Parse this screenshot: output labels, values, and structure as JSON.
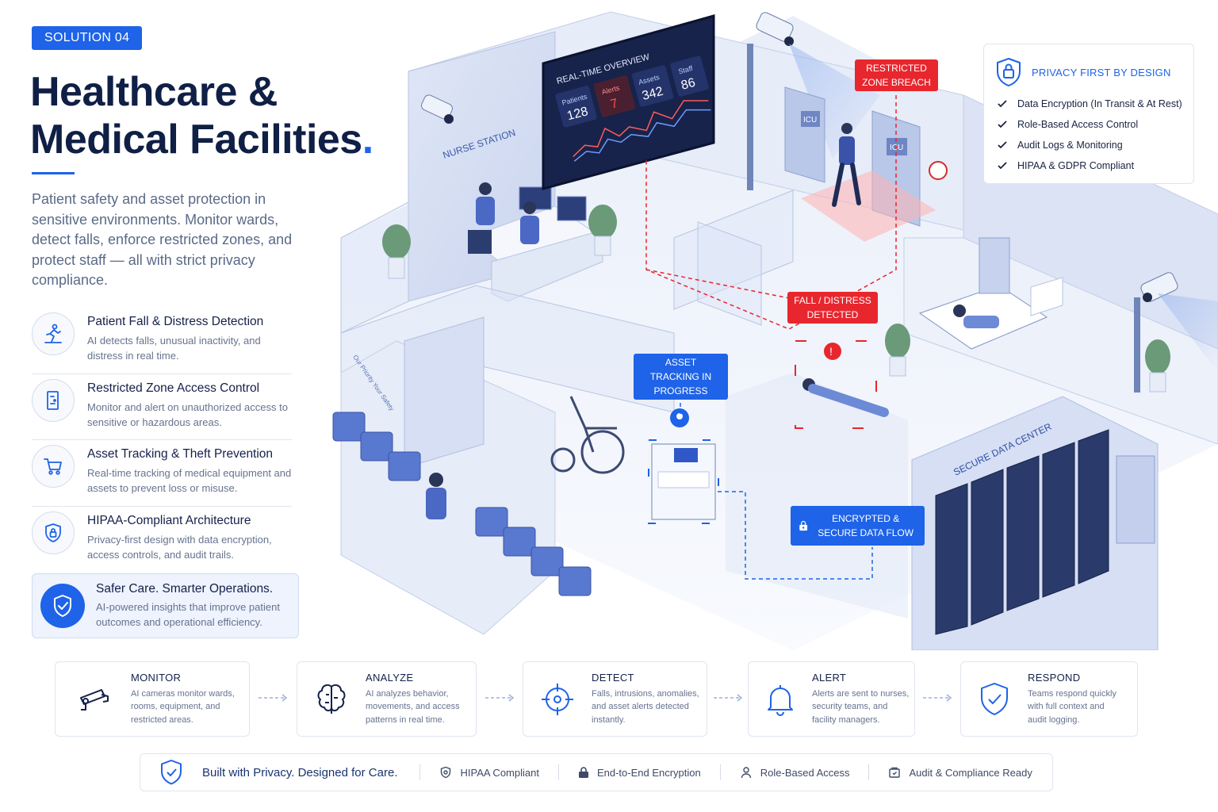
{
  "badge": "SOLUTION 04",
  "title": {
    "line1": "Healthcare &",
    "line2": "Medical Facilities",
    "dot": "."
  },
  "lead": "Patient safety and asset protection in sensitive environments. Monitor wards, detect falls, enforce restricted zones, and protect staff — all with strict privacy compliance.",
  "features": [
    {
      "title": "Patient Fall & Distress Detection",
      "desc": "AI detects falls, unusual inactivity, and distress in real time.",
      "icon": "fall-person-icon"
    },
    {
      "title": "Restricted Zone Access Control",
      "desc": "Monitor and alert on unauthorized access to sensitive or hazardous areas.",
      "icon": "door-access-icon"
    },
    {
      "title": "Asset Tracking & Theft Prevention",
      "desc": "Real-time tracking of medical equipment and assets to prevent loss or misuse.",
      "icon": "cart-icon"
    },
    {
      "title": "HIPAA-Compliant Architecture",
      "desc": "Privacy-first design with data encryption, access controls, and audit trails.",
      "icon": "shield-lock-icon"
    }
  ],
  "safer": {
    "title": "Safer Care. Smarter Operations.",
    "desc": "AI-powered insights that improve patient outcomes and operational efficiency."
  },
  "scene": {
    "dashboard": {
      "heading": "REAL-TIME OVERVIEW",
      "stats": [
        {
          "label": "Patients",
          "value": "128"
        },
        {
          "label": "Alerts",
          "value": "7"
        },
        {
          "label": "Assets",
          "value": "342"
        },
        {
          "label": "Staff",
          "value": "86"
        }
      ]
    },
    "labels": {
      "nurse_station": "NURSE STATION",
      "icu_1": "ICU",
      "icu_2": "ICU",
      "data_center": "SECURE DATA CENTER",
      "wall_sign": "Our Priority Your Safety"
    },
    "callouts": {
      "restricted": "RESTRICTED ZONE BREACH",
      "fall": "FALL / DISTRESS DETECTED",
      "asset": "ASSET TRACKING IN PROGRESS",
      "encrypted": "ENCRYPTED & SECURE DATA FLOW"
    }
  },
  "privacy": {
    "title": "PRIVACY FIRST BY DESIGN",
    "items": [
      "Data Encryption (In Transit & At Rest)",
      "Role-Based Access Control",
      "Audit Logs & Monitoring",
      "HIPAA & GDPR Compliant"
    ]
  },
  "workflow": [
    {
      "title": "MONITOR",
      "desc": "AI cameras monitor wards, rooms, equipment, and restricted areas.",
      "icon": "camera-icon"
    },
    {
      "title": "ANALYZE",
      "desc": "AI analyzes behavior, movements, and access patterns in real time.",
      "icon": "brain-icon"
    },
    {
      "title": "DETECT",
      "desc": "Falls, intrusions, anomalies, and asset alerts detected instantly.",
      "icon": "target-icon"
    },
    {
      "title": "ALERT",
      "desc": "Alerts are sent to nurses, security teams, and facility managers.",
      "icon": "bell-icon"
    },
    {
      "title": "RESPOND",
      "desc": "Teams respond quickly with full context and audit logging.",
      "icon": "shield-check-icon"
    }
  ],
  "footer": {
    "main": "Built with Privacy. Designed for Care.",
    "items": [
      "HIPAA Compliant",
      "End-to-End Encryption",
      "Role-Based Access",
      "Audit & Compliance Ready"
    ]
  },
  "colors": {
    "accent": "#1e63e8",
    "alert": "#e8262e",
    "navy": "#0f1f45"
  }
}
